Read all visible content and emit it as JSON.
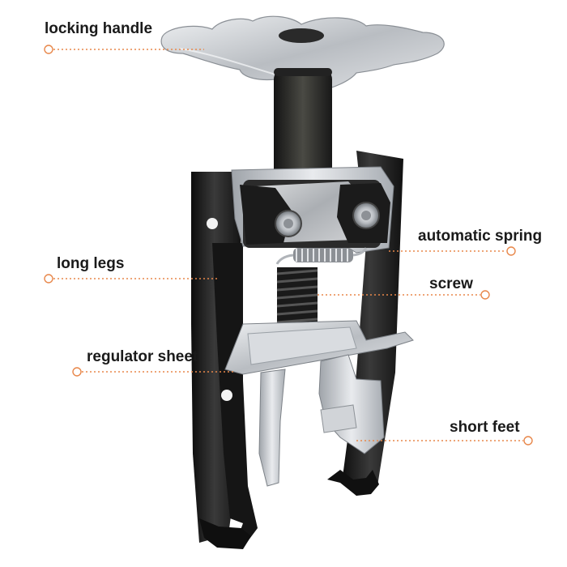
{
  "callouts": {
    "locking_handle": "locking handle",
    "automatic_spring": "automatic spring",
    "long_legs": "long legs",
    "screw": "screw",
    "regulator_sheet": "regulator sheet",
    "short_feet": "short feet"
  },
  "colors": {
    "leader_line": "#e8874a",
    "label_text": "#1a1a1a",
    "steel_body": "#1c1c1c",
    "zinc_plating": "#c9ccd0"
  }
}
